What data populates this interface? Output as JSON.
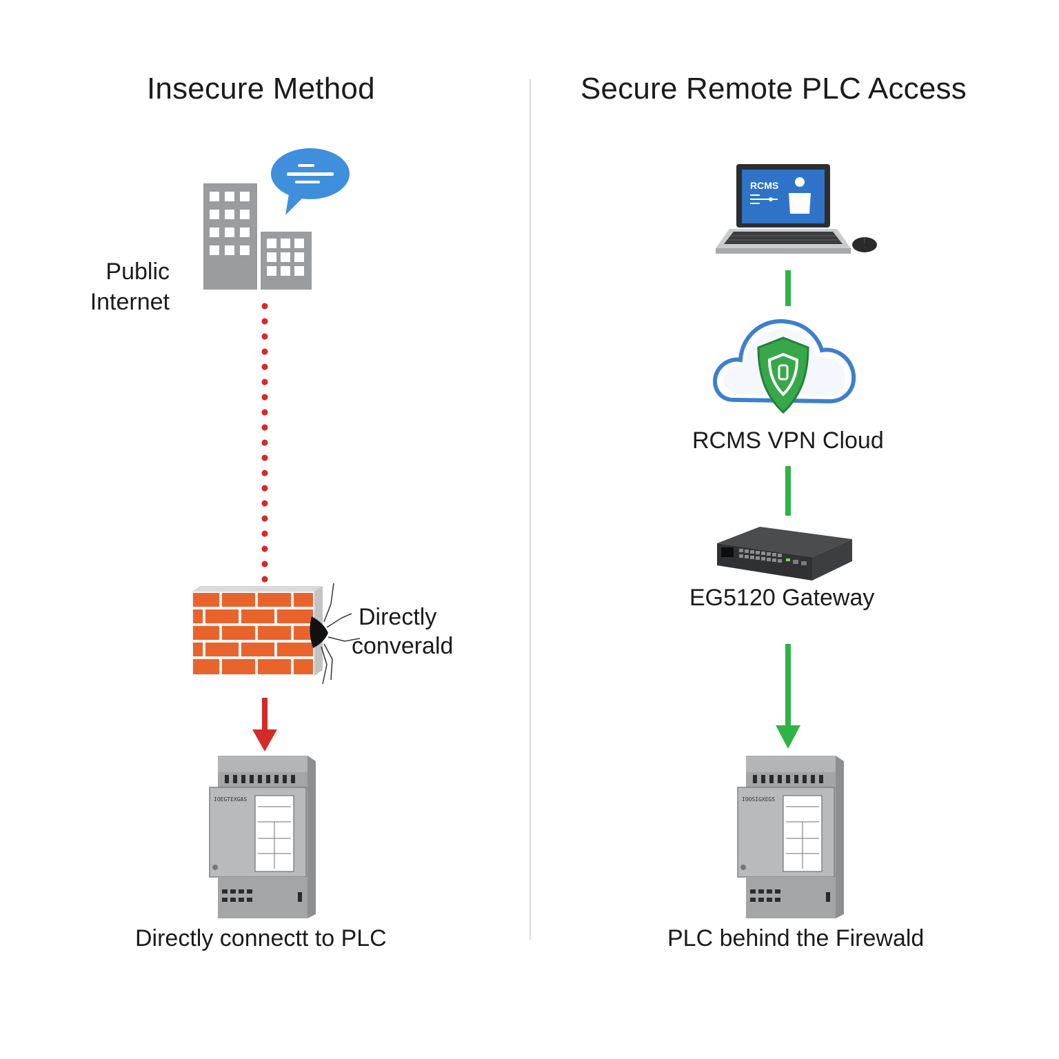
{
  "left_panel": {
    "title": "Insecure Method",
    "internet_label_line1": "Public",
    "internet_label_line2": "Internet",
    "firewall_label_line1": "Directly",
    "firewall_label_line2": "converald",
    "plc_label": "Directly connectt to PLC",
    "plc_model_text": "IOEGTEXGAS"
  },
  "right_panel": {
    "title": "Secure Remote PLC Access",
    "laptop_screen_text": "RCMS",
    "cloud_label": "RCMS VPN Cloud",
    "gateway_label": "EG5120 Gateway",
    "plc_label": "PLC behind the Firewald",
    "plc_model_text": "IOOSIGXEGS"
  },
  "colors": {
    "insecure_link": "#d42a2a",
    "secure_link": "#2fb346",
    "brick": "#e8642c",
    "cloud_outline": "#3d7fcc",
    "shield": "#37a84a",
    "device_gray": "#9a9c9e"
  },
  "icons": [
    "office-building-icon",
    "chat-bubble-icon",
    "brick-firewall-icon",
    "plc-device-icon",
    "laptop-icon",
    "mouse-icon",
    "cloud-shield-icon",
    "network-gateway-icon"
  ]
}
